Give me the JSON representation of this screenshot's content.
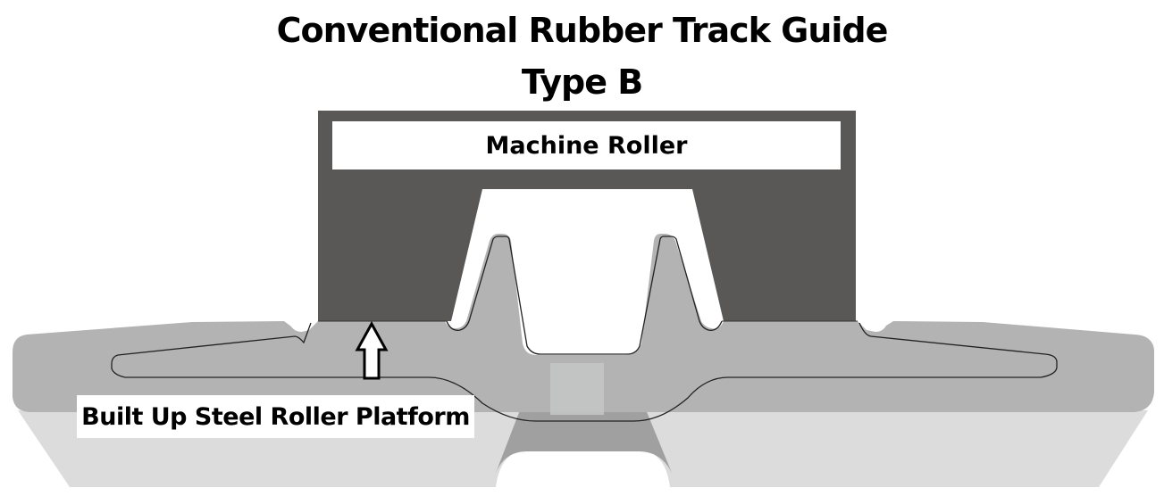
{
  "title": {
    "line1": "Conventional Rubber Track Guide",
    "line2": "Type B"
  },
  "labels": {
    "machine_roller": "Machine Roller",
    "platform": "Built Up Steel Roller Platform"
  },
  "colors": {
    "roller": "#5a5857",
    "track_body": "#b3b3b3",
    "track_lower": "#dcdcdc",
    "center_channel": "#a0a0a0",
    "outline": "#222222",
    "background": "#ffffff"
  },
  "arrow": {
    "direction": "up",
    "meaning": "points to the built up steel roller platform contact"
  }
}
